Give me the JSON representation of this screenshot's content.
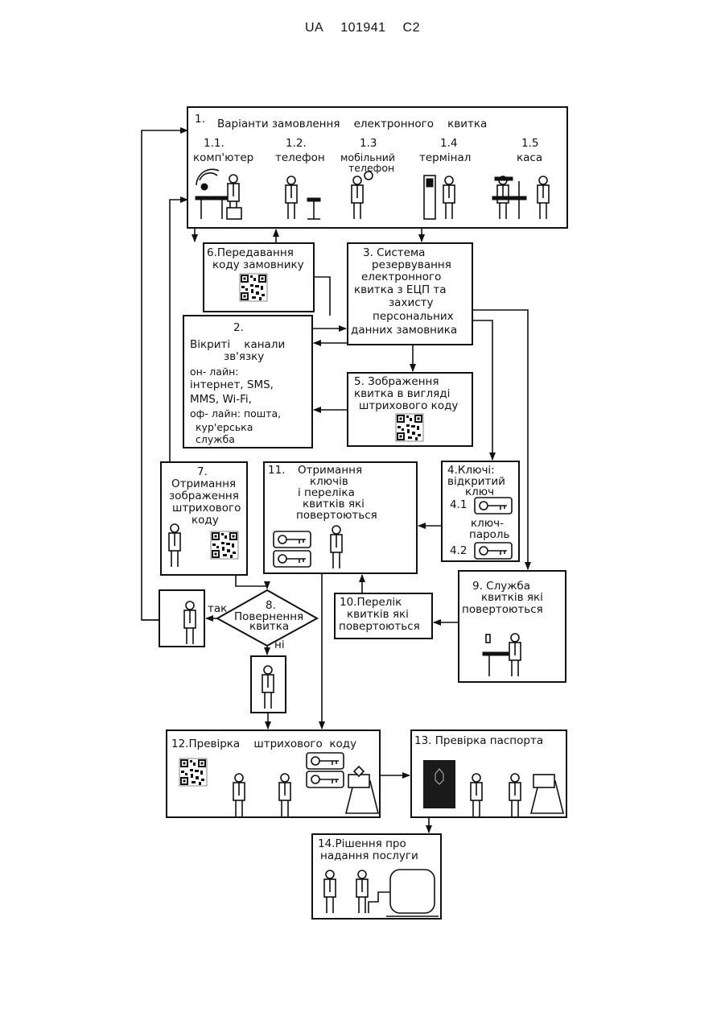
{
  "header": {
    "country": "UA",
    "number": "101941",
    "kind": "C2"
  },
  "box1": {
    "title_num": "1.",
    "title": "Варіанти замовлення    електронного    квитка",
    "options": [
      {
        "num": "1.1.",
        "label": "комп'ютер"
      },
      {
        "num": "1.2.",
        "label": "телефон"
      },
      {
        "num": "1.3",
        "label": "мобільний",
        "label2": "телефон"
      },
      {
        "num": "1.4",
        "label": "термінал"
      },
      {
        "num": "1.5",
        "label": "каса"
      }
    ]
  },
  "box6": {
    "l1": "6.Передавання",
    "l2": "коду замовнику"
  },
  "box3": {
    "l1": "3. Система",
    "l2": "резервування",
    "l3": "електронного",
    "l4": "квитка з ЕЦП та",
    "l5": "захисту",
    "l6": "персональних",
    "l7": "данних замовника"
  },
  "box2": {
    "l1": "2.",
    "l2": "Вікриті    канали",
    "l3": "зв'язку",
    "l4": "он- лайн:",
    "l5": "інтернет, SMS,",
    "l6": "MMS, Wi-Fi,",
    "l7": "оф- лайн: пошта,",
    "l8": "кур'ерська",
    "l9": "служба"
  },
  "box5": {
    "l1": "5. Зображення",
    "l2": "квитка в вигляді",
    "l3": "штрихового коду"
  },
  "box7": {
    "l1": "7.",
    "l2": "Отримання",
    "l3": "зображення",
    "l4": "штрихового",
    "l5": "коду"
  },
  "box11": {
    "l1": "11.",
    "l2": "Отримання",
    "l3": "ключів",
    "l4": "і переліка",
    "l5": "квитків які",
    "l6": "повертоються"
  },
  "box4": {
    "l1": "4.Ключі:",
    "l2": "відкритий",
    "l3": "ключ",
    "k1": "4.1",
    "l4": "ключ-",
    "l5": "пароль",
    "k2": "4.2"
  },
  "box8": {
    "l1": "8.",
    "l2": "Повернення",
    "l3": "квитка",
    "yes": "так",
    "no": "ні"
  },
  "box10": {
    "l1": "10.Перелік",
    "l2": "квитків які",
    "l3": "повертоються"
  },
  "box9": {
    "l1": "9. Служба",
    "l2": "квитків які",
    "l3": "повертоються"
  },
  "box12": {
    "l1": "12.Превірка    штрихового  коду"
  },
  "box13": {
    "l1": "13. Превірка паспорта"
  },
  "box14": {
    "l1": "14.Рішення про",
    "l2": "надання послуги"
  }
}
